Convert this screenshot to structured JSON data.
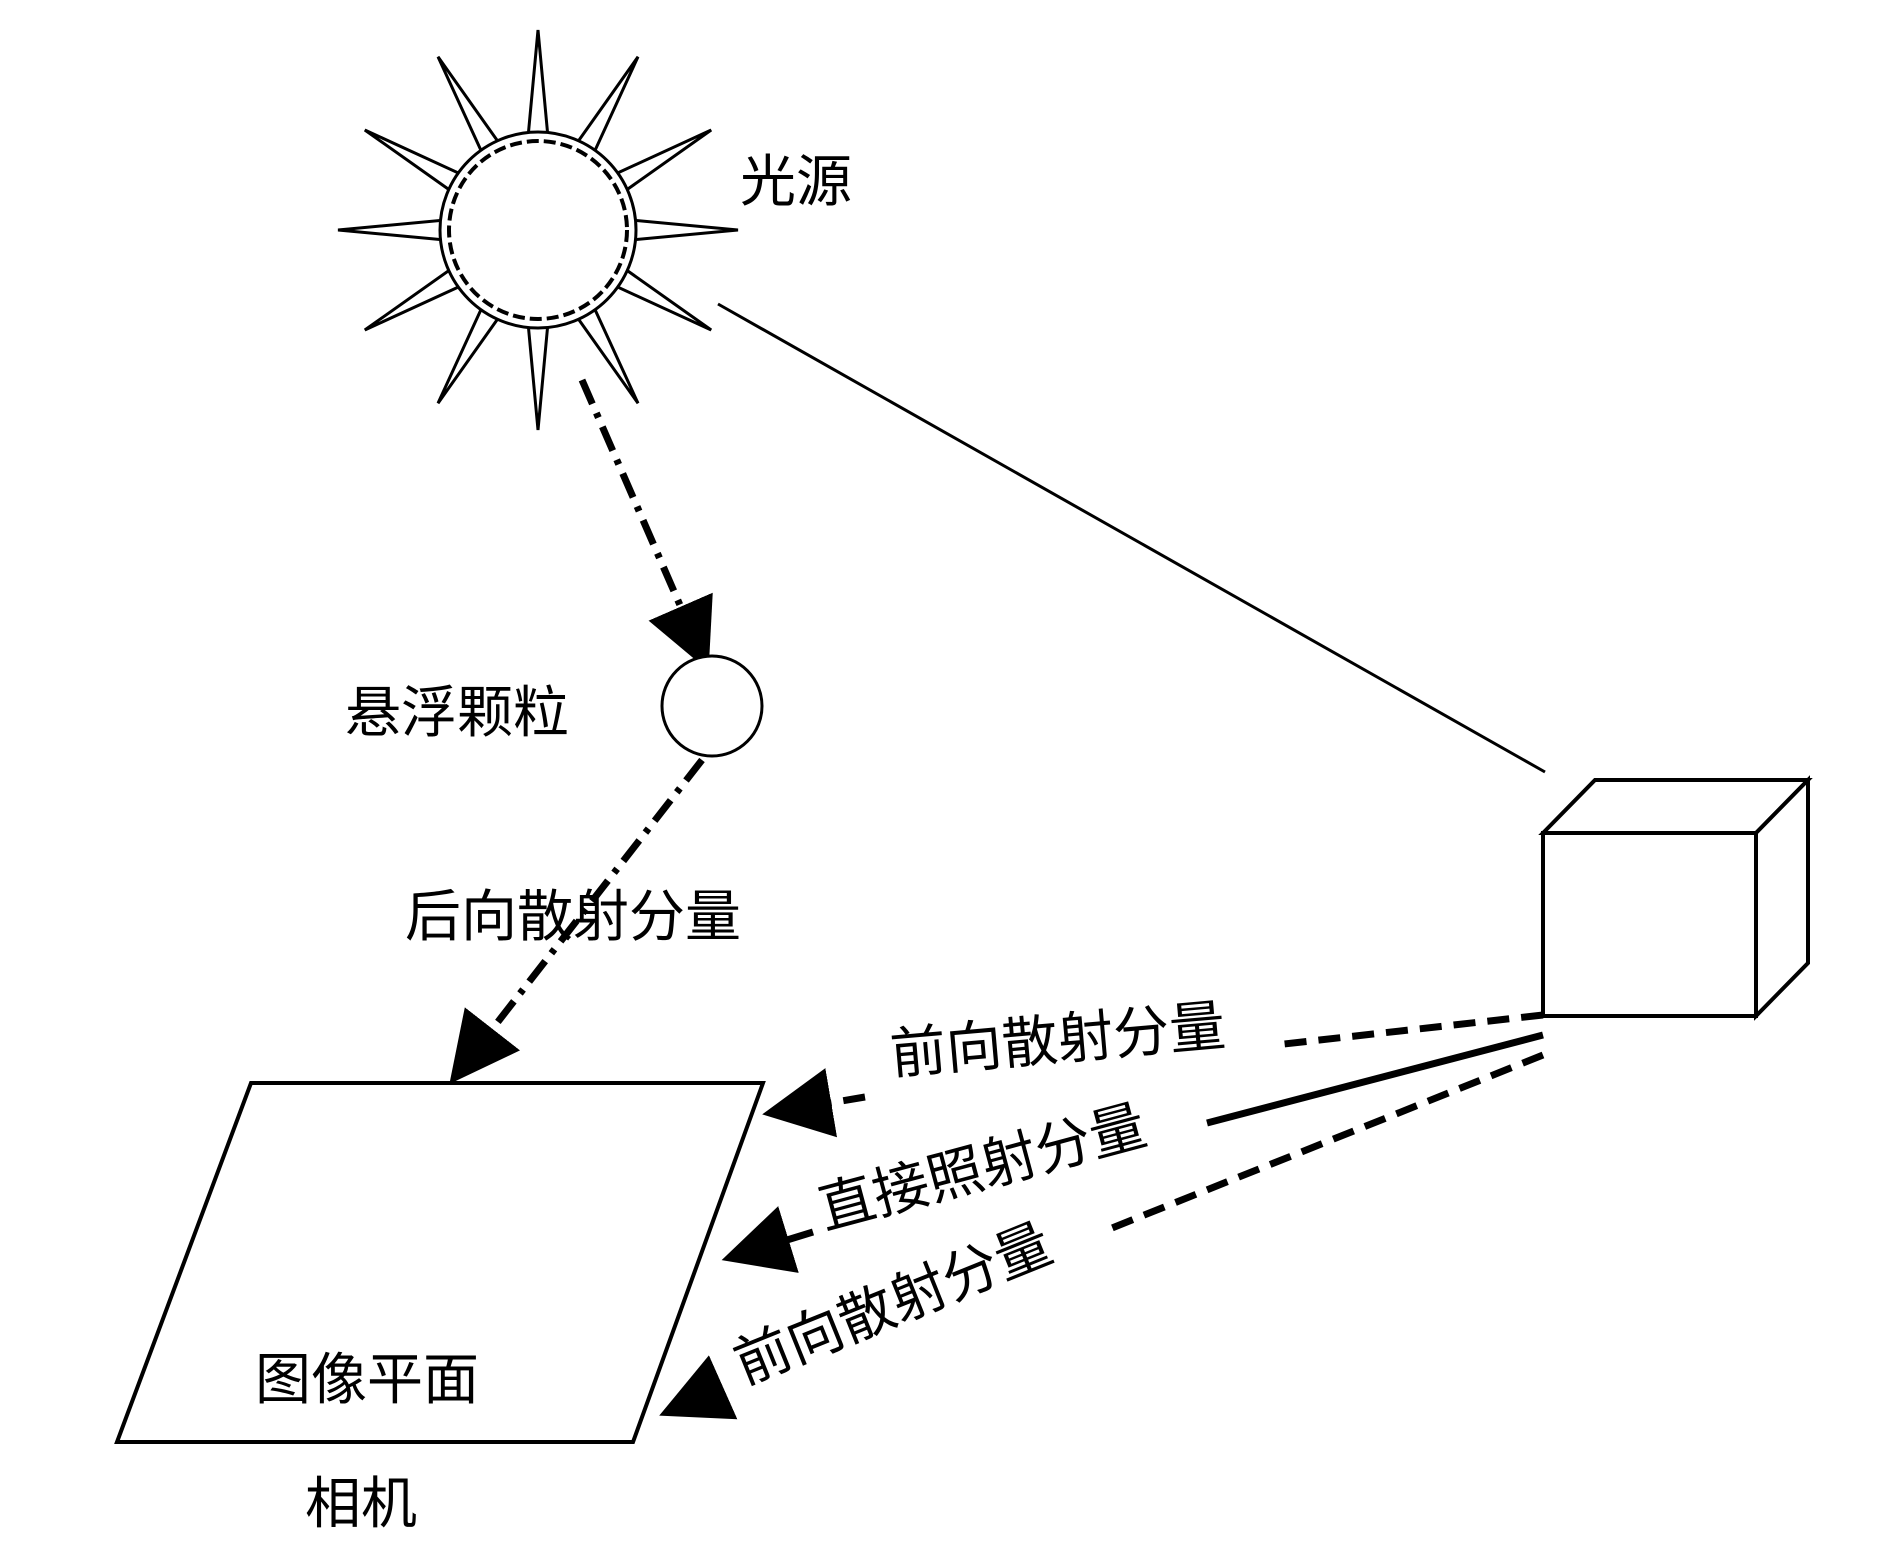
{
  "labels": {
    "light_source": "光源",
    "suspended_particle": "悬浮颗粒",
    "backscatter": "后向散射分量",
    "forward_scatter_top": "前向散射分量",
    "direct": "直接照射分量",
    "forward_scatter_bottom": "前向散射分量",
    "image_plane": "图像平面",
    "camera": "相机"
  },
  "colors": {
    "ink": "#000000",
    "background": "#ffffff"
  },
  "line_styles": {
    "backscatter": "dash-dot",
    "forward_scatter": "dashed",
    "direct": "solid",
    "illumination": "solid-thin"
  }
}
